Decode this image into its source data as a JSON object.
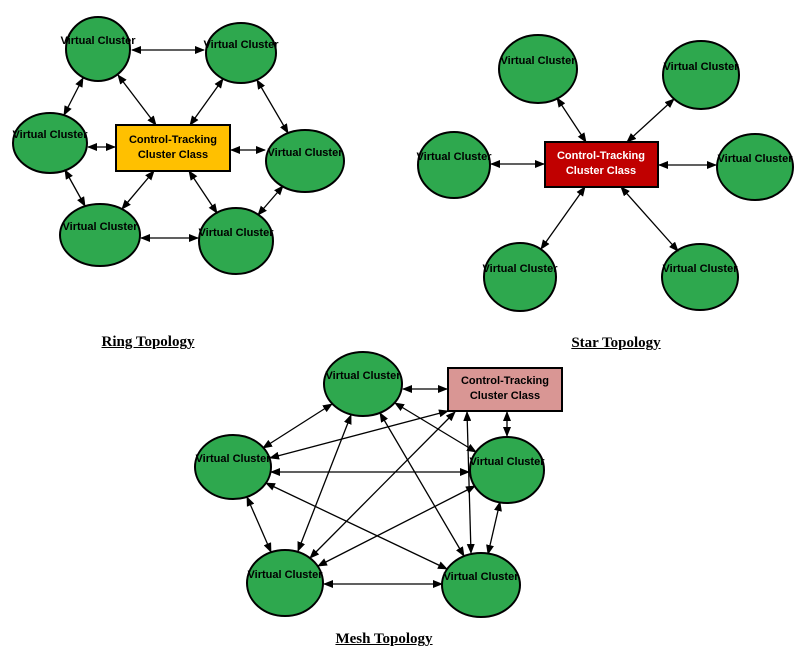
{
  "labels": {
    "virtual_cluster": "Virtual Cluster",
    "control_tracking": "Control-Tracking Cluster Class"
  },
  "diagrams": {
    "ring": {
      "title": "Ring Topology",
      "virtual_cluster_count": 6
    },
    "star": {
      "title": "Star Topology",
      "virtual_cluster_count": 6
    },
    "mesh": {
      "title": "Mesh Topology",
      "virtual_cluster_count": 5
    }
  },
  "colors": {
    "node_green": "#2EA84E",
    "node_border": "#000000",
    "ring_box_fill": "#FFC000",
    "star_box_fill": "#C00000",
    "mesh_box_fill": "#D99694",
    "ring_box_text": "#000000",
    "star_box_text": "#FFFFFF",
    "mesh_box_text": "#000000",
    "arrow": "#000000",
    "background": "#FFFFFF"
  }
}
